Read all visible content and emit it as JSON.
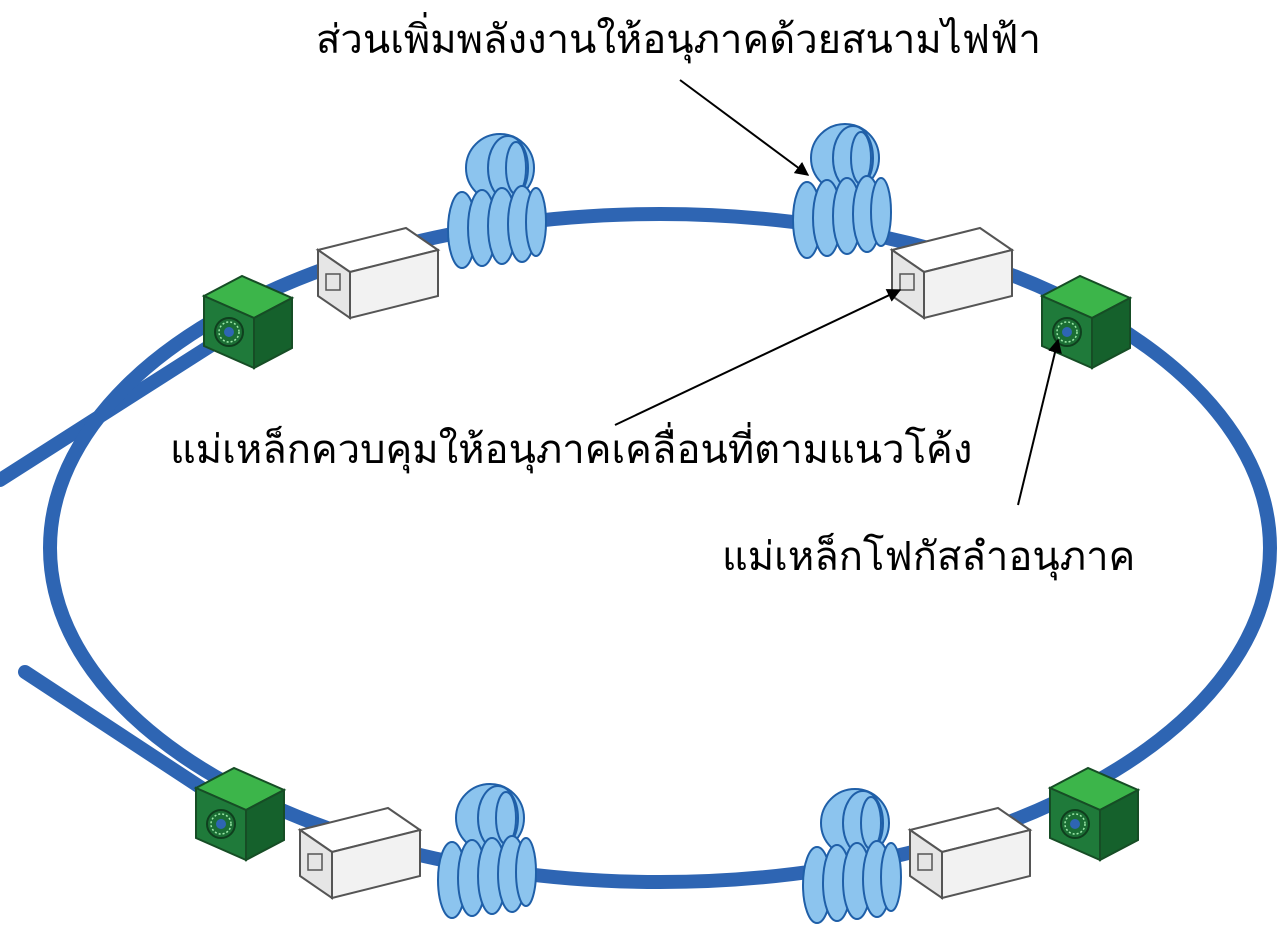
{
  "labels": {
    "rf_cavity": "ส่วนเพิ่มพลังงานให้อนุภาคด้วยสนามไฟฟ้า",
    "bending_magnet": "แม่เหล็กควบคุมให้อนุภาคเคลื่อนที่ตามแนวโค้ง",
    "focusing_magnet": "แม่เหล็กโฟกัสลำอนุภาค"
  },
  "colors": {
    "beam_pipe": "#2e65b3",
    "rf_cavity_fill": "#8cc4ee",
    "rf_cavity_stroke": "#1f5fa8",
    "quad_light": "#3cb54a",
    "quad_dark": "#1b6e34",
    "dipole_fill": "#f2f2f2",
    "dipole_stroke": "#555555",
    "arrow": "#000000"
  }
}
